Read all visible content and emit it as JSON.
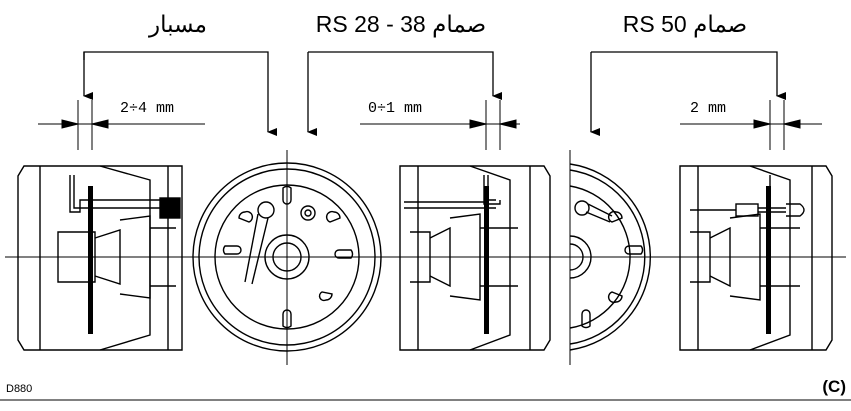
{
  "labels": {
    "probe": "مسبار",
    "valve_rs28_38": "RS 28 - 38 صمام",
    "valve_rs50": "RS 50 صمام"
  },
  "dimensions": {
    "left": "2÷4 mm",
    "middle": "0÷1 mm",
    "right": "2 mm"
  },
  "footer": {
    "code": "D880",
    "figure_ref": "(C)"
  }
}
